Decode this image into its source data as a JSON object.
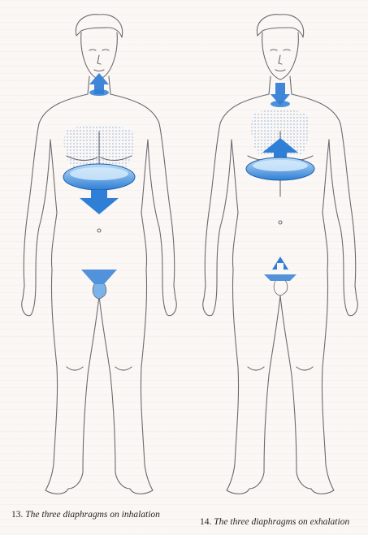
{
  "figures": [
    {
      "number": "13.",
      "caption": "The three diaphragms on inhalation"
    },
    {
      "number": "14.",
      "caption": "The three diaphragms on exhalation"
    }
  ],
  "colors": {
    "page": "#fbf7f4",
    "line": "#6b6a70",
    "diaphragm_blue": "#2f7fd6",
    "diaphragm_light": "#9cc6f0"
  },
  "icons": [
    "arrow-down-icon",
    "arrow-up-icon"
  ]
}
